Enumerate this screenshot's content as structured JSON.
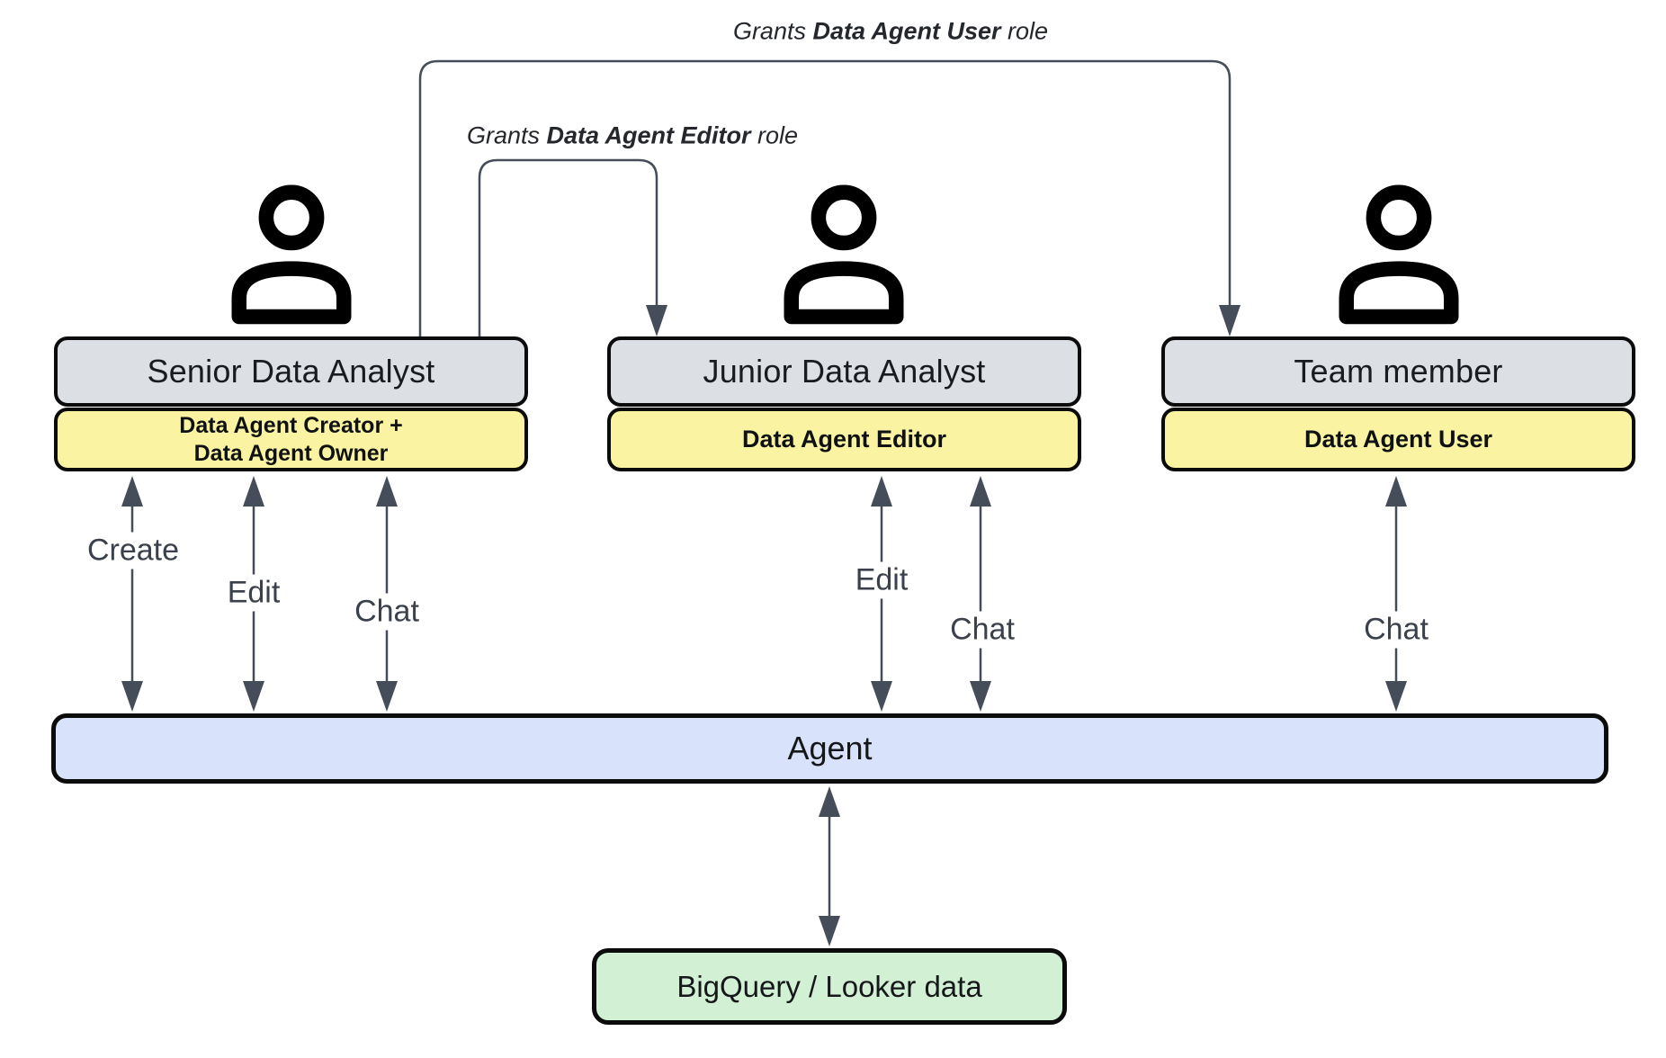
{
  "diagram": {
    "grants": [
      {
        "prefix": "Grants ",
        "role": "Data Agent User",
        "suffix": " role"
      },
      {
        "prefix": "Grants ",
        "role": "Data Agent Editor",
        "suffix": " role"
      }
    ],
    "actors": [
      {
        "name": "Senior Data Analyst",
        "roles": [
          "Data Agent Creator +",
          "Data Agent Owner"
        ]
      },
      {
        "name": "Junior Data Analyst",
        "roles": [
          "Data Agent Editor"
        ]
      },
      {
        "name": "Team member",
        "roles": [
          "Data Agent User"
        ]
      }
    ],
    "actions": {
      "senior_create": "Create",
      "senior_edit": "Edit",
      "senior_chat": "Chat",
      "junior_edit": "Edit",
      "junior_chat": "Chat",
      "team_chat": "Chat"
    },
    "agent_label": "Agent",
    "datastore_label": "BigQuery / Looker data",
    "colors": {
      "actor_box_fill": "#dce0e5",
      "role_box_fill": "#f9f3a2",
      "agent_fill": "#d8e3fb",
      "datastore_fill": "#d2f0d3",
      "connector": "#454d5a",
      "label_text": "#3a414c"
    }
  }
}
